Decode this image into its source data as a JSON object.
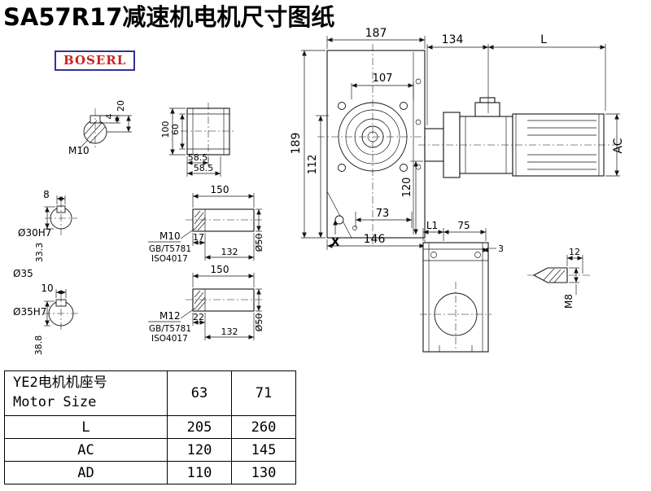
{
  "title": "SA57R17减速机电机尺寸图纸",
  "logo": "BOSERL",
  "labels": {
    "t187": "187",
    "t107": "107",
    "t189": "189",
    "t112": "112",
    "t120": "120",
    "t73": "73",
    "t146": "146",
    "tX": "X",
    "t134": "134",
    "tL": "L",
    "tAC": "AC",
    "tM10": "M10",
    "t20": "20",
    "t4": "4",
    "t100": "100",
    "t60": "60",
    "t585a": "58.5",
    "t585b": "58.5",
    "t8": "8",
    "t30h7": "Ø30H7",
    "t333": "33.3",
    "t35": "Ø35",
    "t150a": "150",
    "tM10b": "M10",
    "tGB1": "GB/T5781",
    "tISO1": "ISO4017",
    "t17": "17",
    "t132a": "132",
    "t50a": "Ø50",
    "t10": "10",
    "t35h7": "Ø35H7",
    "t388": "38.8",
    "t150b": "150",
    "tM12": "M12",
    "tGB2": "GB/T5781",
    "tISO2": "ISO4017",
    "t22": "22",
    "t132b": "132",
    "t50b": "Ø50",
    "tL1": "L1",
    "t75": "75",
    "t3": "3",
    "t12": "12",
    "tM8": "M8"
  },
  "table": {
    "header": {
      "line1": "YE2电机机座号",
      "line2": "Motor Size"
    },
    "size_cols": [
      "63",
      "71"
    ],
    "rows": [
      {
        "label": "L",
        "v0": "205",
        "v1": "260"
      },
      {
        "label": "AC",
        "v0": "120",
        "v1": "145"
      },
      {
        "label": "AD",
        "v0": "110",
        "v1": "130"
      }
    ]
  }
}
